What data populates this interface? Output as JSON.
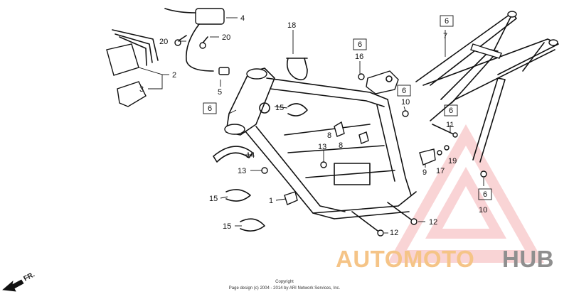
{
  "callouts": {
    "c4": "4",
    "c20a": "20",
    "c20b": "20",
    "c2": "2",
    "c3": "3",
    "c5": "5",
    "c18": "18",
    "c6a": "6",
    "c16": "16",
    "c6b": "6",
    "c7": "7",
    "c6c": "6",
    "c15a": "15",
    "c6d": "6",
    "c10a": "10",
    "c6e": "6",
    "c11": "11",
    "c8a": "8",
    "c8b": "8",
    "c14": "14",
    "c13a": "13",
    "c13b": "13",
    "c9": "9",
    "c17": "17",
    "c19": "19",
    "c1": "1",
    "c15b": "15",
    "c15c": "15",
    "c12a": "12",
    "c12b": "12",
    "c6f": "6",
    "c10b": "10"
  },
  "direction_label": "FR.",
  "copyright": {
    "line1": "Copyright",
    "line2": "Page design (c) 2004 - 2014 by ARI Network Services, Inc."
  },
  "watermark": {
    "part1": "AUTOMOTO",
    "part2": "HUB"
  },
  "colors": {
    "watermark_triangle": "#e8737a",
    "watermark_orange": "#f5c487",
    "watermark_gray": "#8f8f8f",
    "ink": "#111111"
  }
}
